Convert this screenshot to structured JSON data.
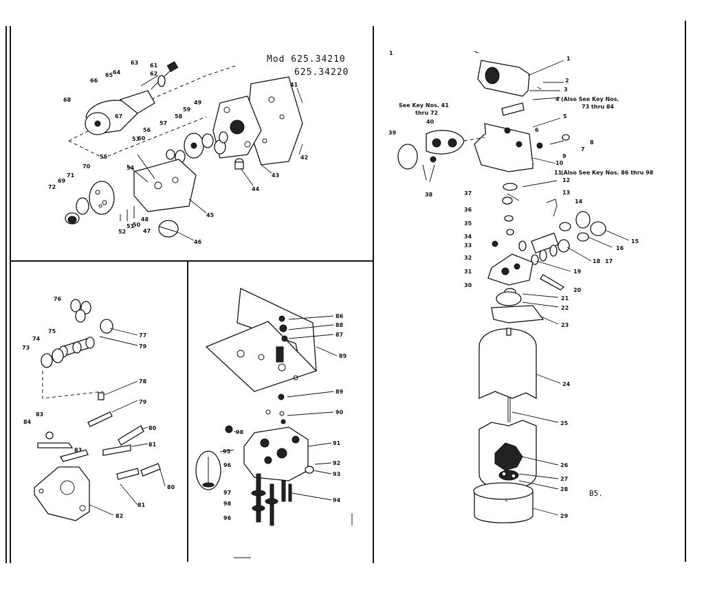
{
  "model_header": {
    "line1": "Mod 625.34210",
    "line2": "625.34220"
  },
  "notes": {
    "see_keys": [
      "See Key Nos. 41",
      "thru 72"
    ],
    "also_keys_1": [
      "(Also See Key Nos.",
      "73 thru 84"
    ],
    "also_keys_2": "(Also See Key Nos. 86 thru 98"
  },
  "page_ref": "B5.",
  "corner_mark": "1",
  "colors": {
    "line": "#111111",
    "paper": "#ffffff"
  },
  "labels": {
    "top_left": [
      "41",
      "42",
      "43",
      "44",
      "45",
      "46",
      "47",
      "48",
      "49",
      "50",
      "51",
      "52",
      "53",
      "54",
      "55",
      "56",
      "57",
      "58",
      "59",
      "60",
      "61",
      "62",
      "63",
      "64",
      "65",
      "66",
      "67",
      "68",
      "69",
      "70",
      "71",
      "72"
    ],
    "bottom_left": [
      "73",
      "74",
      "75",
      "76",
      "77",
      "78",
      "79",
      "80",
      "81",
      "82",
      "83",
      "84"
    ],
    "bottom_middle": [
      "86",
      "87",
      "88",
      "89",
      "90",
      "91",
      "92",
      "93",
      "94",
      "95",
      "96",
      "97",
      "98"
    ],
    "right": [
      "1",
      "2",
      "3",
      "4",
      "5",
      "6",
      "7",
      "8",
      "9",
      "10",
      "11",
      "12",
      "13",
      "14",
      "15",
      "16",
      "17",
      "18",
      "19",
      "20",
      "21",
      "22",
      "23",
      "24",
      "25",
      "26",
      "27",
      "28",
      "29",
      "30",
      "31",
      "32",
      "33",
      "34",
      "35",
      "36",
      "37",
      "38",
      "39",
      "40"
    ]
  }
}
